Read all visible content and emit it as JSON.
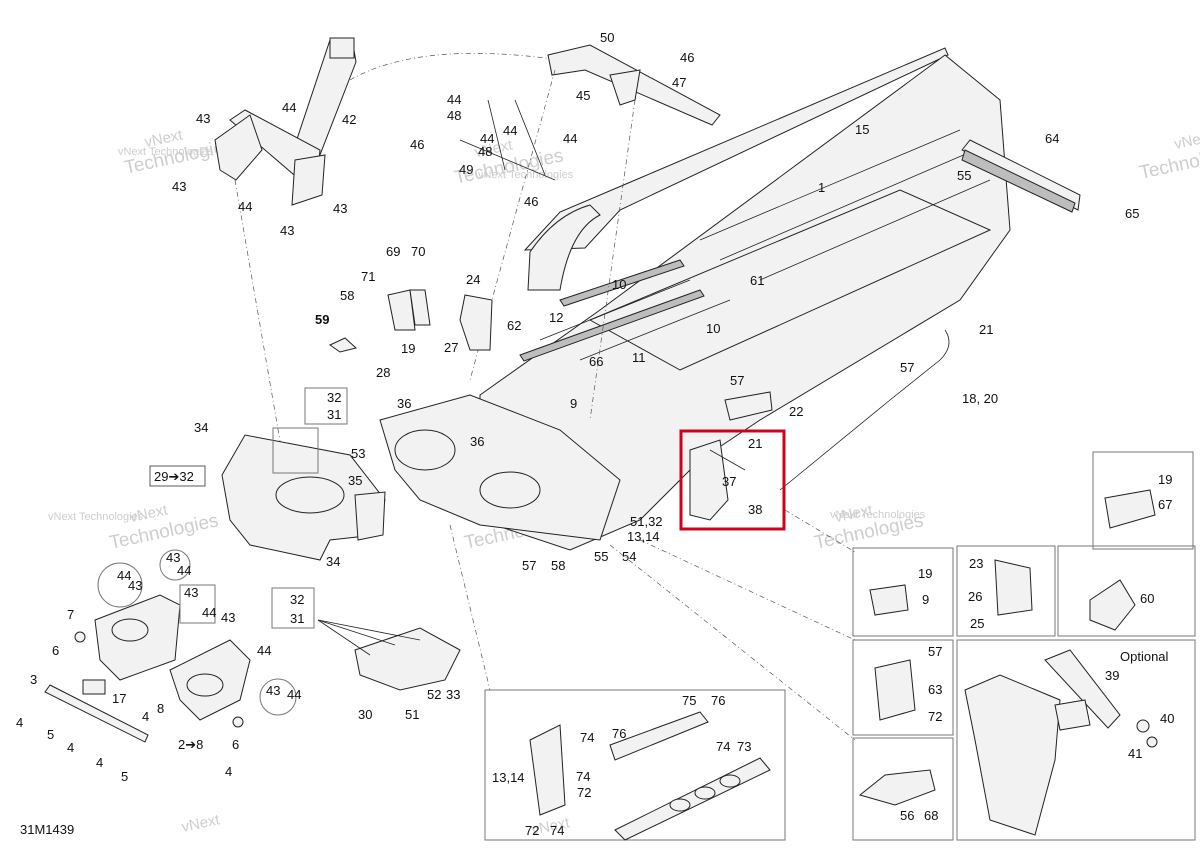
{
  "diagram": {
    "drawing_number": "31M1439",
    "optional_label": "Optional",
    "watermark_text_line1": "vNext",
    "watermark_text_line2": "Technologies",
    "watermark_text_full": "vNext Technologies",
    "callouts": [
      {
        "id": "c50",
        "text": "50"
      },
      {
        "id": "c46a",
        "text": "46"
      },
      {
        "id": "c47",
        "text": "47"
      },
      {
        "id": "c45",
        "text": "45"
      },
      {
        "id": "c44a",
        "text": "44"
      },
      {
        "id": "c48a",
        "text": "48"
      },
      {
        "id": "c44b",
        "text": "44"
      },
      {
        "id": "c44c",
        "text": "44"
      },
      {
        "id": "c46b",
        "text": "46"
      },
      {
        "id": "c44d",
        "text": "44"
      },
      {
        "id": "c48b",
        "text": "48"
      },
      {
        "id": "c49",
        "text": "49"
      },
      {
        "id": "c46c",
        "text": "46"
      },
      {
        "id": "c15",
        "text": "15"
      },
      {
        "id": "c64",
        "text": "64"
      },
      {
        "id": "c55a",
        "text": "55"
      },
      {
        "id": "c1",
        "text": "1"
      },
      {
        "id": "c65",
        "text": "65"
      },
      {
        "id": "c43a",
        "text": "43"
      },
      {
        "id": "c44e",
        "text": "44"
      },
      {
        "id": "c42",
        "text": "42"
      },
      {
        "id": "c43b",
        "text": "43"
      },
      {
        "id": "c44f",
        "text": "44"
      },
      {
        "id": "c43c",
        "text": "43"
      },
      {
        "id": "c43d",
        "text": "43"
      },
      {
        "id": "c69",
        "text": "69"
      },
      {
        "id": "c70",
        "text": "70"
      },
      {
        "id": "c71",
        "text": "71"
      },
      {
        "id": "c24",
        "text": "24"
      },
      {
        "id": "c58a",
        "text": "58"
      },
      {
        "id": "c59",
        "text": "59"
      },
      {
        "id": "c62",
        "text": "62"
      },
      {
        "id": "c10a",
        "text": "10"
      },
      {
        "id": "c61",
        "text": "61"
      },
      {
        "id": "c12",
        "text": "12"
      },
      {
        "id": "c10b",
        "text": "10"
      },
      {
        "id": "c21a",
        "text": "21"
      },
      {
        "id": "c27",
        "text": "27"
      },
      {
        "id": "c66",
        "text": "66"
      },
      {
        "id": "c11",
        "text": "11"
      },
      {
        "id": "c19a",
        "text": "19"
      },
      {
        "id": "c28",
        "text": "28"
      },
      {
        "id": "c57a",
        "text": "57"
      },
      {
        "id": "c57b",
        "text": "57"
      },
      {
        "id": "c18_20",
        "text": "18, 20"
      },
      {
        "id": "c32a",
        "text": "32"
      },
      {
        "id": "c31a",
        "text": "31"
      },
      {
        "id": "c36a",
        "text": "36"
      },
      {
        "id": "c9a",
        "text": "9"
      },
      {
        "id": "c22",
        "text": "22"
      },
      {
        "id": "c34a",
        "text": "34"
      },
      {
        "id": "c53",
        "text": "53"
      },
      {
        "id": "c36b",
        "text": "36"
      },
      {
        "id": "c21b",
        "text": "21"
      },
      {
        "id": "c29_32",
        "text": "29➔32"
      },
      {
        "id": "c35",
        "text": "35"
      },
      {
        "id": "c37",
        "text": "37"
      },
      {
        "id": "c38",
        "text": "38"
      },
      {
        "id": "c51_32",
        "text": "51,32"
      },
      {
        "id": "c13_14a",
        "text": "13,14"
      },
      {
        "id": "c34b",
        "text": "34"
      },
      {
        "id": "c57c",
        "text": "57"
      },
      {
        "id": "c58b",
        "text": "58"
      },
      {
        "id": "c55b",
        "text": "55"
      },
      {
        "id": "c54",
        "text": "54"
      },
      {
        "id": "c19b",
        "text": "19"
      },
      {
        "id": "c67",
        "text": "67"
      },
      {
        "id": "c43e",
        "text": "43"
      },
      {
        "id": "c44g",
        "text": "44"
      },
      {
        "id": "c44h",
        "text": "44"
      },
      {
        "id": "c43f",
        "text": "43"
      },
      {
        "id": "c43g",
        "text": "43"
      },
      {
        "id": "c44i",
        "text": "44"
      },
      {
        "id": "c7",
        "text": "7"
      },
      {
        "id": "c43h",
        "text": "43"
      },
      {
        "id": "c6a",
        "text": "6"
      },
      {
        "id": "c44j",
        "text": "44"
      },
      {
        "id": "c32b",
        "text": "32"
      },
      {
        "id": "c31b",
        "text": "31"
      },
      {
        "id": "c3",
        "text": "3"
      },
      {
        "id": "c17",
        "text": "17"
      },
      {
        "id": "c43i",
        "text": "43"
      },
      {
        "id": "c44k",
        "text": "44"
      },
      {
        "id": "c52",
        "text": "52"
      },
      {
        "id": "c33",
        "text": "33"
      },
      {
        "id": "c4a",
        "text": "4"
      },
      {
        "id": "c5a",
        "text": "5"
      },
      {
        "id": "c4b",
        "text": "4"
      },
      {
        "id": "c8",
        "text": "8"
      },
      {
        "id": "c30",
        "text": "30"
      },
      {
        "id": "c51",
        "text": "51"
      },
      {
        "id": "c4c",
        "text": "4"
      },
      {
        "id": "c2_8",
        "text": "2➔8"
      },
      {
        "id": "c6b",
        "text": "6"
      },
      {
        "id": "c4d",
        "text": "4"
      },
      {
        "id": "c5b",
        "text": "5"
      },
      {
        "id": "c4e",
        "text": "4"
      },
      {
        "id": "c19c",
        "text": "19"
      },
      {
        "id": "c9b",
        "text": "9"
      },
      {
        "id": "c23",
        "text": "23"
      },
      {
        "id": "c26",
        "text": "26"
      },
      {
        "id": "c25",
        "text": "25"
      },
      {
        "id": "c60",
        "text": "60"
      },
      {
        "id": "c57d",
        "text": "57"
      },
      {
        "id": "c63",
        "text": "63"
      },
      {
        "id": "c72a",
        "text": "72"
      },
      {
        "id": "c39",
        "text": "39"
      },
      {
        "id": "c40",
        "text": "40"
      },
      {
        "id": "c41",
        "text": "41"
      },
      {
        "id": "c56",
        "text": "56"
      },
      {
        "id": "c68",
        "text": "68"
      },
      {
        "id": "c75",
        "text": "75"
      },
      {
        "id": "c76a",
        "text": "76"
      },
      {
        "id": "c74a",
        "text": "74"
      },
      {
        "id": "c76b",
        "text": "76"
      },
      {
        "id": "c74b",
        "text": "74"
      },
      {
        "id": "c73",
        "text": "73"
      },
      {
        "id": "c13_14b",
        "text": "13,14"
      },
      {
        "id": "c74c",
        "text": "74"
      },
      {
        "id": "c72b",
        "text": "72"
      },
      {
        "id": "c72c",
        "text": "72"
      },
      {
        "id": "c74d",
        "text": "74"
      }
    ]
  }
}
